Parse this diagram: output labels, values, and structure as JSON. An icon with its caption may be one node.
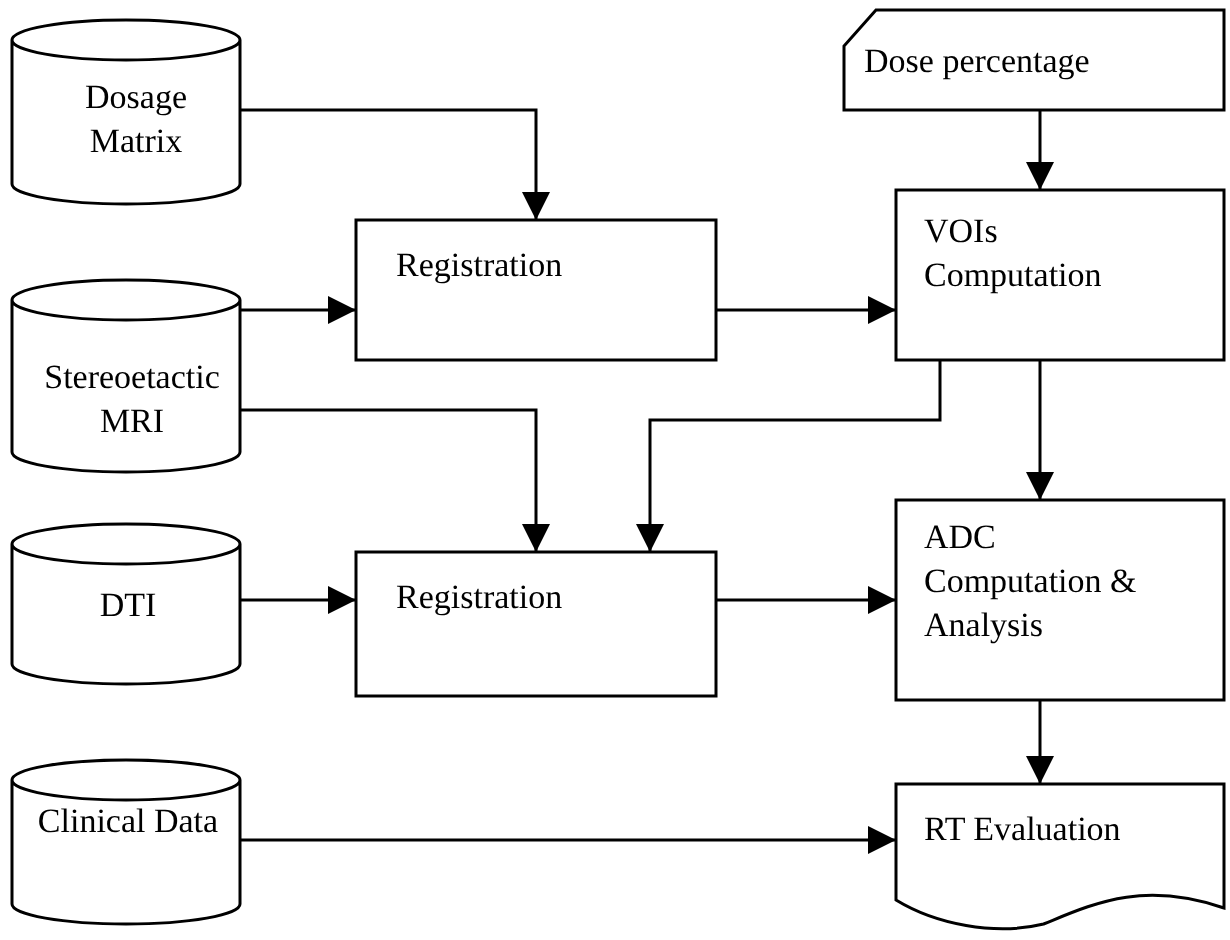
{
  "diagram": {
    "nodes": [
      {
        "text": [
          "Dosage Matrix"
        ]
      },
      {
        "text": [
          "Dose percentage"
        ]
      },
      {
        "text": [
          "Registration"
        ]
      },
      {
        "text": [
          "VOIs Computation"
        ]
      },
      {
        "text": [
          "Stereoetactic MRI"
        ]
      },
      {
        "text": [
          "DTI"
        ]
      },
      {
        "text": [
          "Registration"
        ]
      },
      {
        "text": [
          "ADC Computation & Analysis"
        ]
      },
      {
        "text": [
          "Clinical Data"
        ]
      },
      {
        "text": [
          "RT Evaluation"
        ]
      }
    ],
    "edges": [
      {
        "from": 0,
        "to": 2,
        "arrow": "to"
      },
      {
        "from": 4,
        "to": 2,
        "arrow": "to"
      },
      {
        "from": 4,
        "to": 6,
        "arrow": "to"
      },
      {
        "from": 2,
        "to": 3,
        "arrow": "to"
      },
      {
        "from": 1,
        "to": 3,
        "arrow": "to"
      },
      {
        "from": 3,
        "to": 6,
        "arrow": "to"
      },
      {
        "from": 3,
        "to": 7,
        "arrow": "to"
      },
      {
        "from": 5,
        "to": 6,
        "arrow": "to"
      },
      {
        "from": 6,
        "to": 7,
        "arrow": "to"
      },
      {
        "from": 7,
        "to": 9,
        "arrow": "to"
      },
      {
        "from": 8,
        "to": 9,
        "arrow": "to"
      }
    ]
  }
}
